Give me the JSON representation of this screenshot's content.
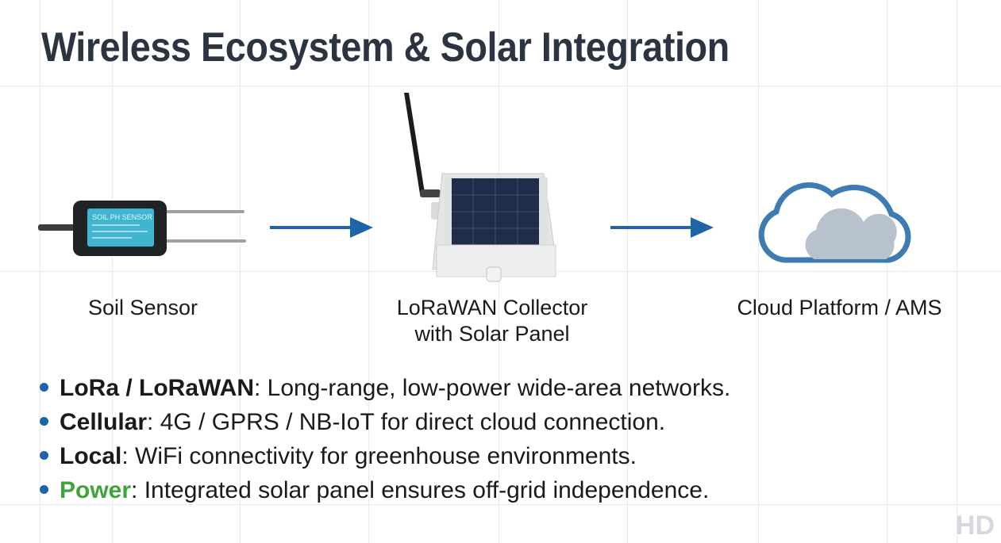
{
  "title": "Wireless Ecosystem & Solar Integration",
  "diagram": {
    "nodes": [
      {
        "label": "Soil Sensor",
        "device_text": "SOIL PH SENSOR"
      },
      {
        "label_line1": "LoRaWAN Collector",
        "label_line2": "with Solar Panel"
      },
      {
        "label": "Cloud Platform / AMS"
      }
    ]
  },
  "bullets": [
    {
      "term": "LoRa / LoRaWAN",
      "text": ": Long-range, low-power wide-area networks."
    },
    {
      "term": "Cellular",
      "text": ": 4G / GPRS / NB-IoT for direct cloud connection."
    },
    {
      "term": "Local",
      "text": ": WiFi connectivity for greenhouse environments."
    },
    {
      "term": "Power",
      "text": ": Integrated solar panel ensures off-grid independence."
    }
  ],
  "logo": "HD",
  "colors": {
    "accent": "#1e64a8",
    "power": "#3ea43c",
    "title": "#2b3440"
  }
}
